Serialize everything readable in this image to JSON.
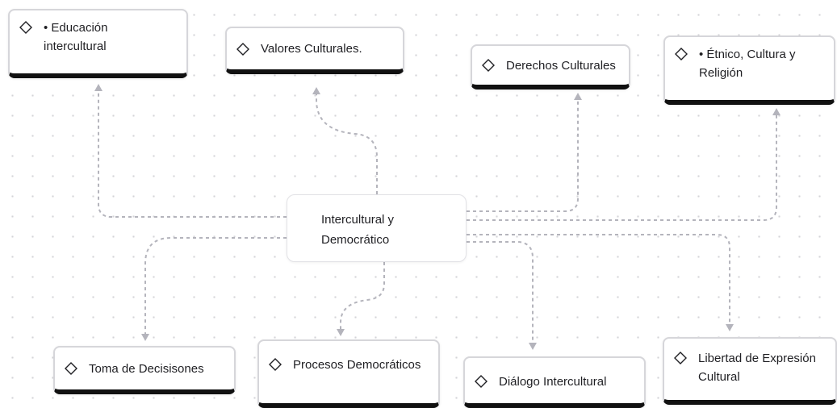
{
  "center": {
    "label": "Intercultural y\nDemocrático"
  },
  "nodes": {
    "educacion": {
      "label": "• Educación\nintercultural"
    },
    "valores": {
      "label": "Valores Culturales."
    },
    "derechos": {
      "label": "Derechos Culturales"
    },
    "etnico": {
      "label": "• Étnico, Cultura y\nReligión"
    },
    "toma": {
      "label": "Toma de Decisisones"
    },
    "procesos": {
      "label": "Procesos Democráticos"
    },
    "dialogo": {
      "label": "Diálogo Intercultural"
    },
    "libertad": {
      "label": "Libertad de Expresión\nCultural"
    }
  },
  "colors": {
    "node_accent_border": "#111111",
    "connector": "#b4b4bc",
    "grid_dot": "#d4d4d8"
  },
  "icons": {
    "node_marker": "diamond-icon"
  }
}
